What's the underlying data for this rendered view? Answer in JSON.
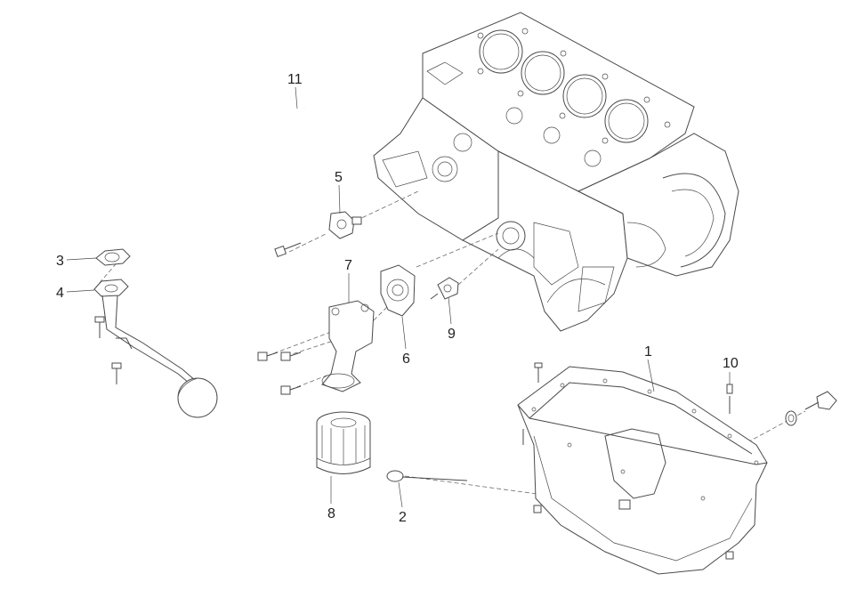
{
  "callouts": {
    "c1": "1",
    "c2": "2",
    "c3": "3",
    "c4": "4",
    "c5": "5",
    "c6": "6",
    "c7": "7",
    "c8": "8",
    "c9": "9",
    "c10": "10",
    "c11": "11"
  },
  "colors": {
    "line": "#4a4a4a",
    "text": "#222222",
    "background": "#ffffff"
  }
}
